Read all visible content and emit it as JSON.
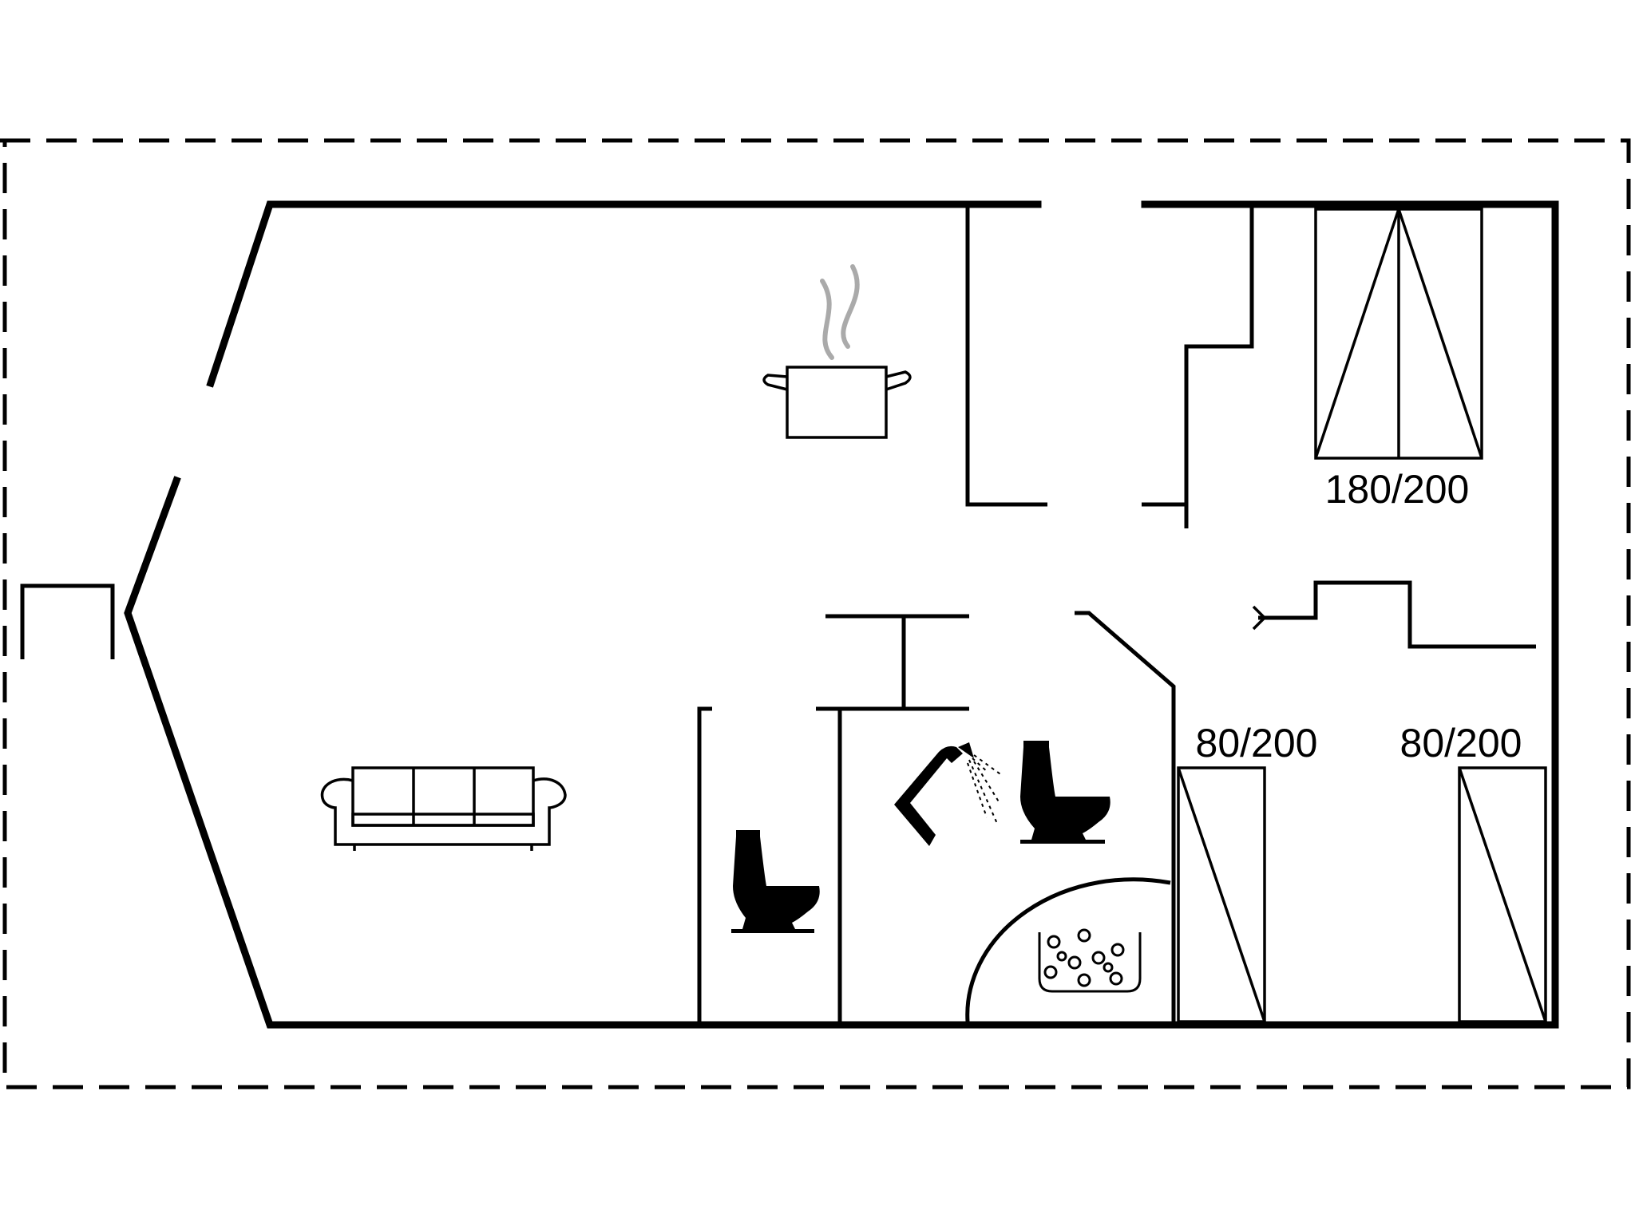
{
  "floor_plan": {
    "labels": {
      "double_bed": "180/200",
      "single_bed_1": "80/200",
      "single_bed_2": "80/200"
    },
    "colors": {
      "ink": "#000000",
      "steam": "#aaaaaa",
      "background": "#ffffff"
    },
    "icons": [
      "kitchen-pot-icon",
      "sofa-icon",
      "toilet-icon",
      "shower-icon",
      "toilet-icon",
      "sauna-stones-icon"
    ]
  }
}
